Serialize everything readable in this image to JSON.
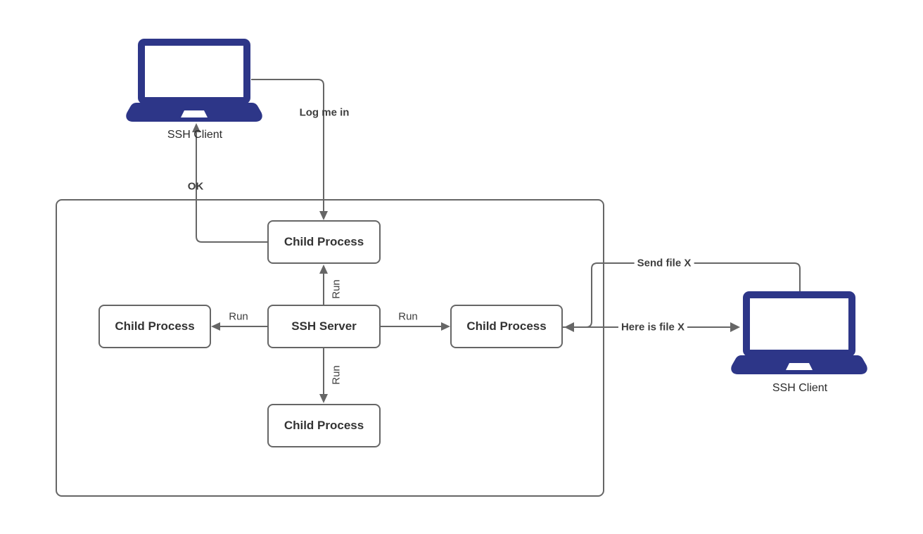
{
  "diagram": {
    "title": "SSH server child process diagram",
    "colors": {
      "background": "#ffffff",
      "line": "#666666",
      "box_border": "#666666",
      "box_fill": "#ffffff",
      "box_text": "#333333",
      "edge_label_text": "#3e3e3e",
      "laptop_fill": "#2d3688"
    },
    "nodes": {
      "client_left": {
        "label": "SSH Client",
        "icon": "laptop-icon"
      },
      "client_right": {
        "label": "SSH Client",
        "icon": "laptop-icon"
      },
      "child_top": {
        "label": "Child Process"
      },
      "child_left": {
        "label": "Child Process"
      },
      "server": {
        "label": "SSH Server"
      },
      "child_right": {
        "label": "Child Process"
      },
      "child_bottom": {
        "label": "Child Process"
      }
    },
    "edges": {
      "log_me_in": {
        "label": "Log me in",
        "from": "client_left",
        "to": "child_top"
      },
      "ok": {
        "label": "OK",
        "from": "child_top",
        "to": "client_left"
      },
      "run_up": {
        "label": "Run",
        "from": "server",
        "to": "child_top"
      },
      "run_left": {
        "label": "Run",
        "from": "server",
        "to": "child_left"
      },
      "run_right": {
        "label": "Run",
        "from": "server",
        "to": "child_right"
      },
      "run_down": {
        "label": "Run",
        "from": "server",
        "to": "child_bottom"
      },
      "send_file": {
        "label": "Send file X",
        "from": "client_right",
        "to": "child_right"
      },
      "here_is_file": {
        "label": "Here is file X",
        "from": "child_right",
        "to": "client_right"
      }
    }
  }
}
